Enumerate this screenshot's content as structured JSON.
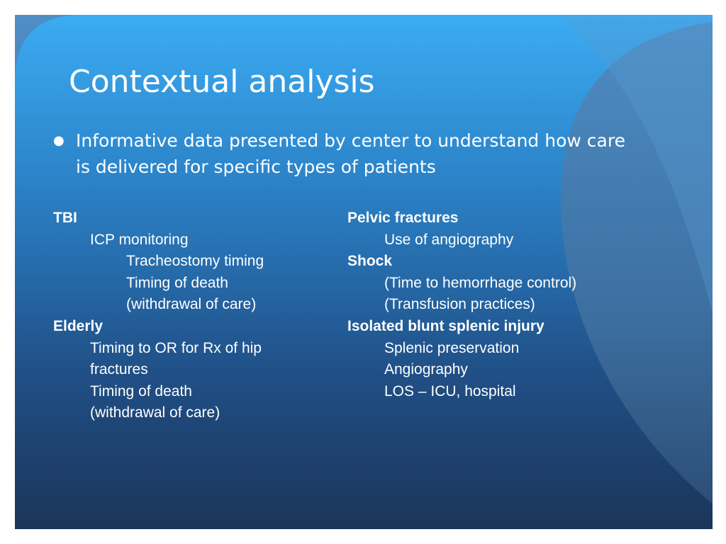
{
  "slide": {
    "title": "Contextual analysis",
    "bullet": "Informative data presented by center to understand how care is delivered for specific types of patients",
    "colors": {
      "bg_top": "#3aaaf0",
      "bg_bottom": "#1a3358",
      "accent_right": "#4a88c0",
      "text": "#ffffff"
    },
    "left_column": [
      {
        "text": "TBI",
        "style": "heading"
      },
      {
        "text": "ICP monitoring",
        "style": "indent1"
      },
      {
        "text": "Tracheostomy timing",
        "style": "indent2"
      },
      {
        "text": "Timing of death",
        "style": "indent2"
      },
      {
        "text": "(withdrawal of care)",
        "style": "indent2"
      },
      {
        "text": "Elderly",
        "style": "heading"
      },
      {
        "text": "Timing to OR for Rx of hip",
        "style": "indent1"
      },
      {
        "text": "fractures",
        "style": "indent1"
      },
      {
        "text": "Timing of death",
        "style": "indent1"
      },
      {
        "text": "(withdrawal of care)",
        "style": "indent1"
      }
    ],
    "right_column": [
      {
        "text": "Pelvic fractures",
        "style": "heading"
      },
      {
        "text": "Use of angiography",
        "style": "indent1"
      },
      {
        "text": "Shock",
        "style": "heading"
      },
      {
        "text": "(Time to hemorrhage control)",
        "style": "indent1"
      },
      {
        "text": "(Transfusion practices)",
        "style": "indent1"
      },
      {
        "text": "Isolated blunt splenic injury",
        "style": "heading"
      },
      {
        "text": "Splenic preservation",
        "style": "indent1"
      },
      {
        "text": "Angiography",
        "style": "indent1"
      },
      {
        "text": "LOS – ICU, hospital",
        "style": "indent1"
      }
    ]
  }
}
